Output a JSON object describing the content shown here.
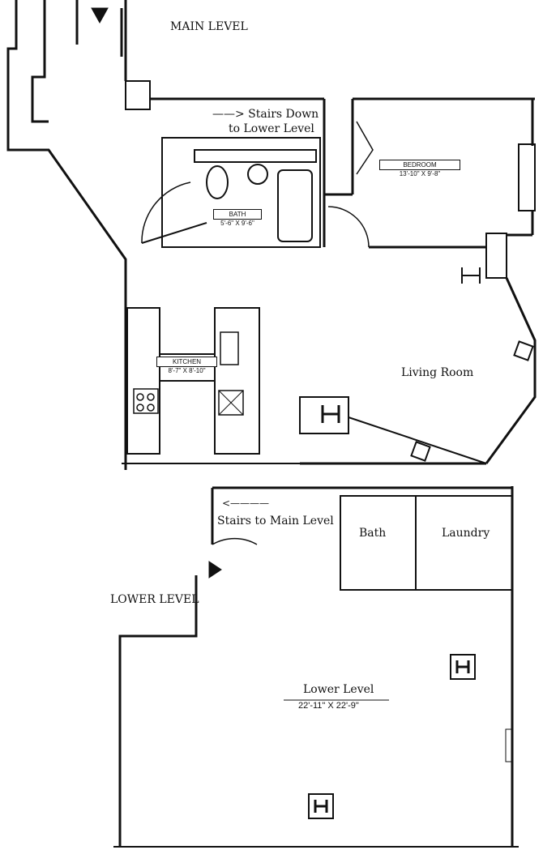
{
  "main_level": {
    "title": "MAIN LEVEL",
    "stairs_note_line1": "——> Stairs Down",
    "stairs_note_line2": "to Lower Level",
    "bedroom": {
      "name": "BEDROOM",
      "size": "13'-10\" X 9'-8\""
    },
    "bath": {
      "name": "BATH",
      "size": "5'-6\" X 9'-6\""
    },
    "kitchen": {
      "name": "KITCHEN",
      "size": "8'-7\" X 8'-10\""
    },
    "living_room": "Living Room"
  },
  "lower_level": {
    "title": "LOWER LEVEL",
    "stairs_arrow": "<————",
    "stairs_note": "Stairs to Main Level",
    "bath": "Bath",
    "laundry": "Laundry",
    "room": {
      "name": "Lower Level",
      "size": "22'-11\" X 22'-9\""
    }
  }
}
